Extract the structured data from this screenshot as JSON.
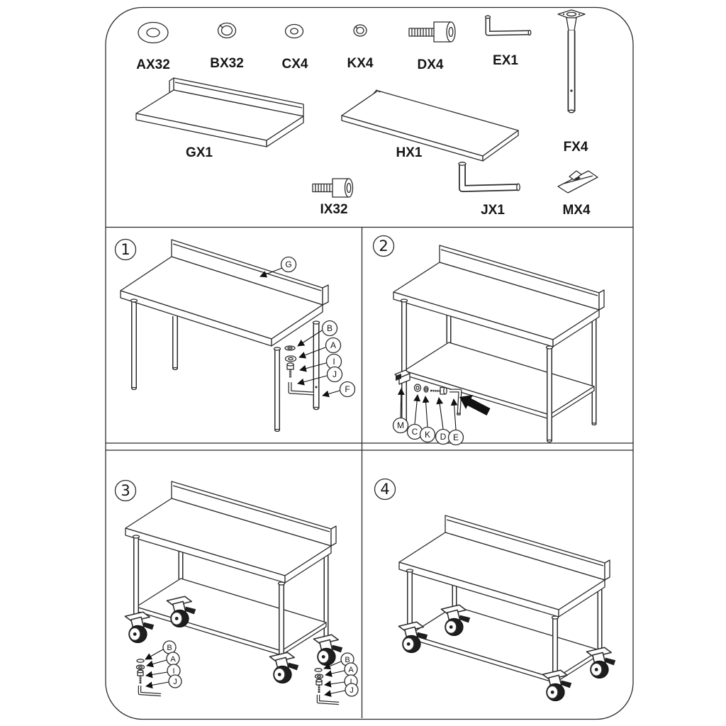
{
  "colors": {
    "ink": "#2b2b2b",
    "background": "#ffffff",
    "arrow_fill": "#111111"
  },
  "parts": [
    "AX32",
    "BX32",
    "CX4",
    "KX4",
    "DX4",
    "EX1",
    "GX1",
    "HX1",
    "FX4",
    "IX32",
    "JX1",
    "MX4"
  ],
  "steps": [
    "1",
    "2",
    "3",
    "4"
  ],
  "callouts": {
    "step1": [
      "G",
      "B",
      "A",
      "I",
      "J",
      "F"
    ],
    "step2": [
      "M",
      "C",
      "K",
      "D",
      "E"
    ],
    "step3_left": [
      "B",
      "A",
      "I",
      "J"
    ],
    "step3_right": [
      "B",
      "A",
      "I",
      "J"
    ]
  }
}
